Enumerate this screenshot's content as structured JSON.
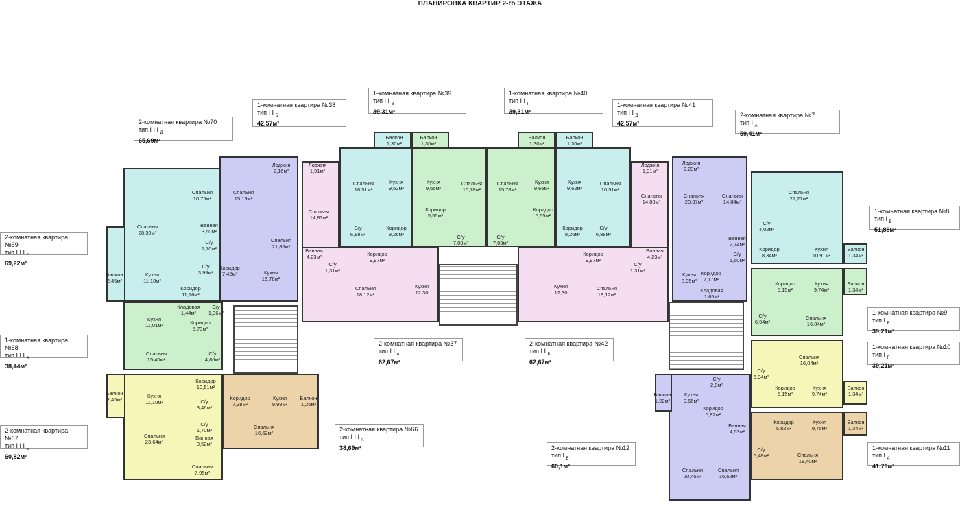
{
  "title": "ПЛАНИРОВКА КВАРТИР 2-го ЭТАЖА",
  "colors": {
    "cyan": "#c8eeee",
    "lavender": "#ccccf4",
    "pink": "#f5def2",
    "green": "#ccefcc",
    "yellow": "#f6f6b8",
    "tan": "#ecd3aa"
  },
  "apartments": [
    {
      "id": "69",
      "color": "cyan",
      "rooms": [
        [
          "Спальня",
          "28,39м²"
        ],
        [
          "Спальня",
          "10,75м²"
        ],
        [
          "Ванная",
          "3,60м²"
        ],
        [
          "С/у",
          "1,70м²"
        ],
        [
          "С/у",
          "3,93м²"
        ],
        [
          "Кухня",
          "11,18м²"
        ],
        [
          "Коридор",
          "11,16м²"
        ],
        [
          "Балкон",
          "2,45м²"
        ]
      ]
    },
    {
      "id": "70",
      "color": "lavender",
      "rooms": [
        [
          "Спальня",
          "15,19м²"
        ],
        [
          "Лоджия",
          "2,16м²"
        ],
        [
          "Спальня",
          "21,86м²"
        ],
        [
          "Коридор",
          "7,42м²"
        ],
        [
          "Кухня",
          "13,76м²"
        ]
      ]
    },
    {
      "id": "68",
      "color": "green",
      "rooms": [
        [
          "Кухня",
          "11,01м²"
        ],
        [
          "Кладовая",
          "1,44м²"
        ],
        [
          "Коридор",
          "5,73м²"
        ],
        [
          "С/у",
          "1,36м²"
        ],
        [
          "Спальня",
          "15,40м²"
        ],
        [
          "С/у",
          "4,86м²"
        ]
      ]
    },
    {
      "id": "67",
      "color": "yellow",
      "rooms": [
        [
          "Балкон",
          "2,45м²"
        ],
        [
          "Кухня",
          "11,10м²"
        ],
        [
          "Коридор",
          "10,51м²"
        ],
        [
          "С/у",
          "3,46м²"
        ],
        [
          "С/у",
          "1,70м²"
        ],
        [
          "Ванная",
          "3,52м²"
        ],
        [
          "Спальня",
          "23,64м²"
        ],
        [
          "Спальня",
          "7,95м²"
        ]
      ]
    },
    {
      "id": "66",
      "color": "tan",
      "rooms": [
        [
          "Коридор",
          "7,38м²"
        ],
        [
          "Кухня",
          "9,98м²"
        ],
        [
          "Балкон",
          "1,25м²"
        ],
        [
          "Спальня",
          "16,62м²"
        ]
      ]
    },
    {
      "id": "37",
      "color": "pink",
      "rooms": [
        [
          "Лоджия",
          "1,91м²"
        ],
        [
          "Спальня",
          "14,83м²"
        ],
        [
          "Ванная",
          "4,23м²"
        ],
        [
          "Коридор",
          "9,97м²"
        ],
        [
          "С/у",
          "1,31м²"
        ],
        [
          "Спальня",
          "18,12м²"
        ],
        [
          "Кухня",
          "12,30"
        ]
      ]
    },
    {
      "id": "38",
      "color": "cyan",
      "rooms": [
        [
          "Балкон",
          "1,30м²"
        ],
        [
          "Спальня",
          "16,51м²"
        ],
        [
          "Кухня",
          "9,62м²"
        ],
        [
          "С/у",
          "6,88м²"
        ],
        [
          "Коридор",
          "8,26м²"
        ]
      ]
    },
    {
      "id": "39",
      "color": "green",
      "rooms": [
        [
          "Балкон",
          "1,30м²"
        ],
        [
          "Кухня",
          "9,65м²"
        ],
        [
          "Спальня",
          "15,78м²"
        ],
        [
          "Коридор",
          "5,55м²"
        ],
        [
          "С/у",
          "7,03м²"
        ]
      ]
    },
    {
      "id": "40",
      "color": "green",
      "rooms": [
        [
          "Балкон",
          "1,30м²"
        ],
        [
          "Спальня",
          "15,78м²"
        ],
        [
          "Кухня",
          "9,65м²"
        ],
        [
          "Коридор",
          "5,55м²"
        ],
        [
          "С/у",
          "7,03м²"
        ]
      ]
    },
    {
      "id": "41",
      "color": "cyan",
      "rooms": [
        [
          "Балкон",
          "1,30м²"
        ],
        [
          "Кухня",
          "9,62м²"
        ],
        [
          "Спальня",
          "16,51м²"
        ],
        [
          "Коридор",
          "8,26м²"
        ],
        [
          "С/у",
          "6,88м²"
        ]
      ]
    },
    {
      "id": "42",
      "color": "pink",
      "rooms": [
        [
          "Лоджия",
          "1,91м²"
        ],
        [
          "Спальня",
          "14,83м²"
        ],
        [
          "Ванная",
          "4,23м²"
        ],
        [
          "Коридор",
          "9,97м²"
        ],
        [
          "С/у",
          "1,31м²"
        ],
        [
          "Кухня",
          "12,30"
        ],
        [
          "Спальня",
          "18,12м²"
        ]
      ]
    },
    {
      "id": "7",
      "color": "lavender",
      "rooms": [
        [
          "Лоджия",
          "2,23м²"
        ],
        [
          "Спальня",
          "20,37м²"
        ],
        [
          "Спальня",
          "14,84м²"
        ],
        [
          "Ванная",
          "2,74м²"
        ],
        [
          "С/у",
          "1,60м²"
        ],
        [
          "Кухня",
          "8,95м²"
        ],
        [
          "Коридор",
          "7,17м²"
        ],
        [
          "Кладовая",
          "1,65м²"
        ]
      ]
    },
    {
      "id": "8",
      "color": "cyan",
      "rooms": [
        [
          "Спальня",
          "27,27м²"
        ],
        [
          "С/у",
          "4,02м²"
        ],
        [
          "Коридор",
          "8,34м²"
        ],
        [
          "Кухня",
          "10,91м²"
        ],
        [
          "Балкон",
          "1,34м²"
        ]
      ]
    },
    {
      "id": "9",
      "color": "green",
      "rooms": [
        [
          "Коридор",
          "5,15м²"
        ],
        [
          "Кухня",
          "9,74м²"
        ],
        [
          "Балкон",
          "1,34м²"
        ],
        [
          "С/у",
          "6,94м²"
        ],
        [
          "Спальня",
          "16,04м²"
        ]
      ]
    },
    {
      "id": "10",
      "color": "yellow",
      "rooms": [
        [
          "Спальня",
          "16,04м²"
        ],
        [
          "С/у",
          "6,94м²"
        ],
        [
          "Коридор",
          "5,15м²"
        ],
        [
          "Кухня",
          "9,74м²"
        ],
        [
          "Балкон",
          "1,34м²"
        ]
      ]
    },
    {
      "id": "11",
      "color": "tan",
      "rooms": [
        [
          "Коридор",
          "5,82м²"
        ],
        [
          "Кухня",
          "9,75м²"
        ],
        [
          "Балкон",
          "1,34м²"
        ],
        [
          "С/у",
          "6,48м²"
        ],
        [
          "Спальня",
          "18,40м²"
        ]
      ]
    },
    {
      "id": "12",
      "color": "lavender",
      "rooms": [
        [
          "Балкон",
          "1,22м²"
        ],
        [
          "Кухня",
          "9,66м²"
        ],
        [
          "С/у",
          "2,0м²"
        ],
        [
          "Коридор",
          "5,82м²"
        ],
        [
          "Ванная",
          "4,63м²"
        ],
        [
          "Спальня",
          "20,45м²"
        ],
        [
          "Спальня",
          "16,62м²"
        ]
      ]
    }
  ],
  "callouts": [
    {
      "id": "38",
      "name": "1-комнатная квартира №38",
      "type": "тип I I",
      "sub": "Б",
      "area": "42,57м²"
    },
    {
      "id": "39",
      "name": "1-комнатная квартира №39",
      "type": "тип I I",
      "sub": "В",
      "area": "39,31м²"
    },
    {
      "id": "40",
      "name": "1-комнатная квартира №40",
      "type": "тип I I",
      "sub": "Г",
      "area": "39,31м²"
    },
    {
      "id": "41",
      "name": "1-комнатная квартира №41",
      "type": "тип I I",
      "sub": "Д",
      "area": "42,57м²"
    },
    {
      "id": "70",
      "name": "2-комнатная квартира №70",
      "type": "тип I I I",
      "sub": "Д",
      "area": "65,69м²"
    },
    {
      "id": "7",
      "name": "2-комнатная квартира №7",
      "type": "тип I",
      "sub": "А",
      "area": "59,41м²"
    },
    {
      "id": "69",
      "name": "2-комнатная квартира №69",
      "type": "тип I I I",
      "sub": "Г",
      "area": "69,22м²"
    },
    {
      "id": "8",
      "name": "1-комнатная квартира №8",
      "type": "тип I",
      "sub": "Б",
      "area": "51,88м²"
    },
    {
      "id": "68",
      "name": "1-комнатная квартира №68",
      "type": "тип I I I",
      "sub": "В",
      "area": "38,44м²"
    },
    {
      "id": "9",
      "name": "1-комнатная квартира №9",
      "type": "тип I",
      "sub": "В",
      "area": "39,21м²"
    },
    {
      "id": "10",
      "name": "1-комнатная квартира №10",
      "type": "тип I",
      "sub": "Г",
      "area": "39,21м²"
    },
    {
      "id": "37",
      "name": "2-комнатная квартира №37",
      "type": "тип I I",
      "sub": "А",
      "area": "62,67м²"
    },
    {
      "id": "42",
      "name": "2-комнатная квартира №42",
      "type": "тип I I",
      "sub": "Б",
      "area": "62,67м²"
    },
    {
      "id": "67",
      "name": "2-комнатная квартира №67",
      "type": "тип I I I",
      "sub": "Б",
      "area": "60,82м²"
    },
    {
      "id": "66",
      "name": "2-комнатная квартира №66",
      "type": "тип I I I",
      "sub": "А",
      "area": "38,69м²"
    },
    {
      "id": "12",
      "name": "2-комнатная квартира №12",
      "type": "тип I",
      "sub": "Е",
      "area": "60,1м²"
    },
    {
      "id": "11",
      "name": "1-комнатная квартира №11",
      "type": "тип I",
      "sub": "А",
      "area": "41,79м²"
    }
  ]
}
